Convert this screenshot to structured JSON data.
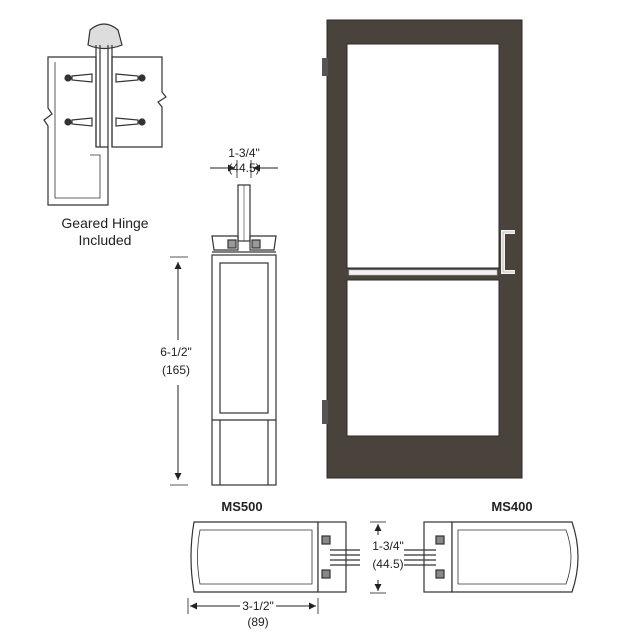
{
  "hinge_label": {
    "line1": "Geared Hinge",
    "line2": "Included"
  },
  "stile_width": {
    "fraction": "1-3/4\"",
    "metric": "(44.5)"
  },
  "stile_depth": {
    "fraction": "6-1/2\"",
    "metric": "(165)"
  },
  "section_labels": {
    "left": "MS500",
    "right": "MS400"
  },
  "plan_thickness": {
    "fraction": "1-3/4\"",
    "metric": "(44.5)"
  },
  "plan_width": {
    "fraction": "3-1/2\"",
    "metric": "(89)"
  },
  "colors": {
    "frame": "#4a433c",
    "frame_edge": "#2e2925",
    "glass": "#ffffff",
    "line": "#333333",
    "hardware": "#f2f2f2"
  }
}
